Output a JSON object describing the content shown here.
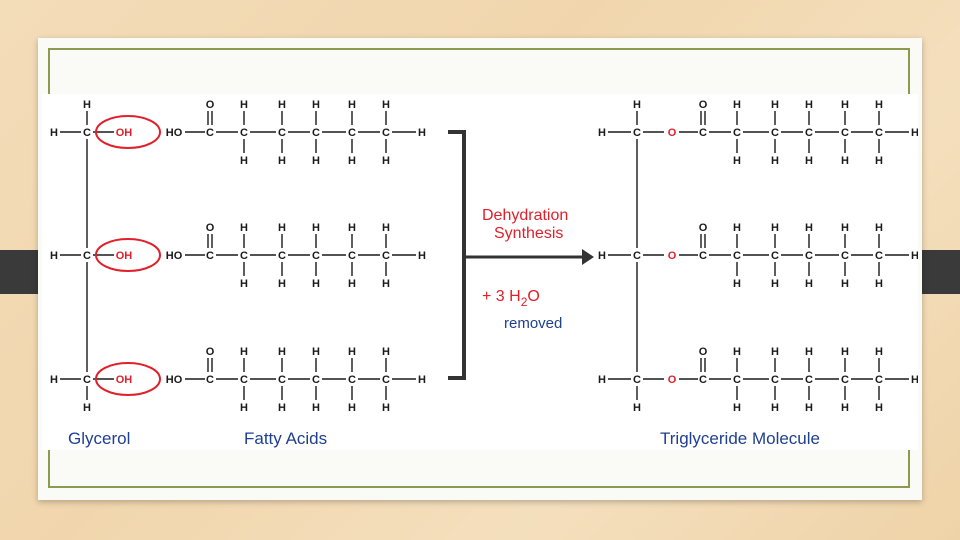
{
  "atoms": {
    "H": "H",
    "C": "C",
    "O": "O",
    "OH": "OH",
    "HO": "HO"
  },
  "labels": {
    "glycerol": "Glycerol",
    "fatty_acids": "Fatty Acids",
    "triglyceride": "Triglyceride Molecule",
    "reaction_line1": "Dehydration",
    "reaction_line2": "Synthesis",
    "water_prefix": "+ 3 H",
    "water_sub": "2",
    "water_suffix": "O",
    "removed": "removed"
  },
  "colors": {
    "highlight": "#e0202a",
    "label_blue": "#1f3f8f",
    "frame_green": "#8a9a4e"
  }
}
